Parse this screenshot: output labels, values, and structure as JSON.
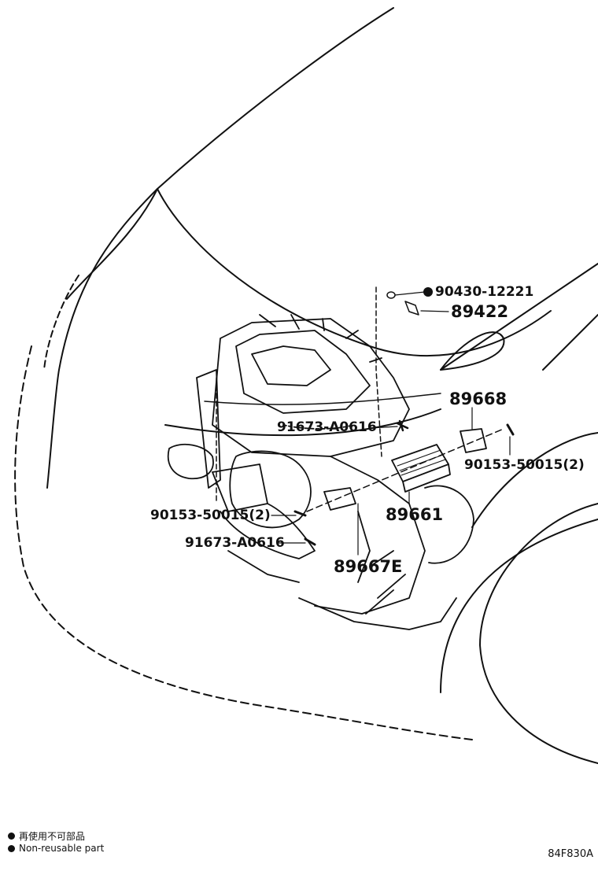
{
  "diagram": {
    "callouts": [
      {
        "id": "c1",
        "text": "90430-12221",
        "nonreusable": true
      },
      {
        "id": "c2",
        "text": "89422",
        "nonreusable": false
      },
      {
        "id": "c3",
        "text": "89668",
        "nonreusable": false
      },
      {
        "id": "c4",
        "text": "91673-A0616",
        "nonreusable": false
      },
      {
        "id": "c5",
        "text": "90153-50015(2)",
        "nonreusable": false
      },
      {
        "id": "c6",
        "text": "89661",
        "nonreusable": false
      },
      {
        "id": "c7",
        "text": "90153-50015(2)",
        "nonreusable": false
      },
      {
        "id": "c8",
        "text": "91673-A0616",
        "nonreusable": false
      },
      {
        "id": "c9",
        "text": "89667E",
        "nonreusable": false
      }
    ],
    "legend": [
      {
        "text": "再使用不可部品"
      },
      {
        "text": "Non-reusable part"
      }
    ],
    "drawing_code": "84F830A"
  }
}
